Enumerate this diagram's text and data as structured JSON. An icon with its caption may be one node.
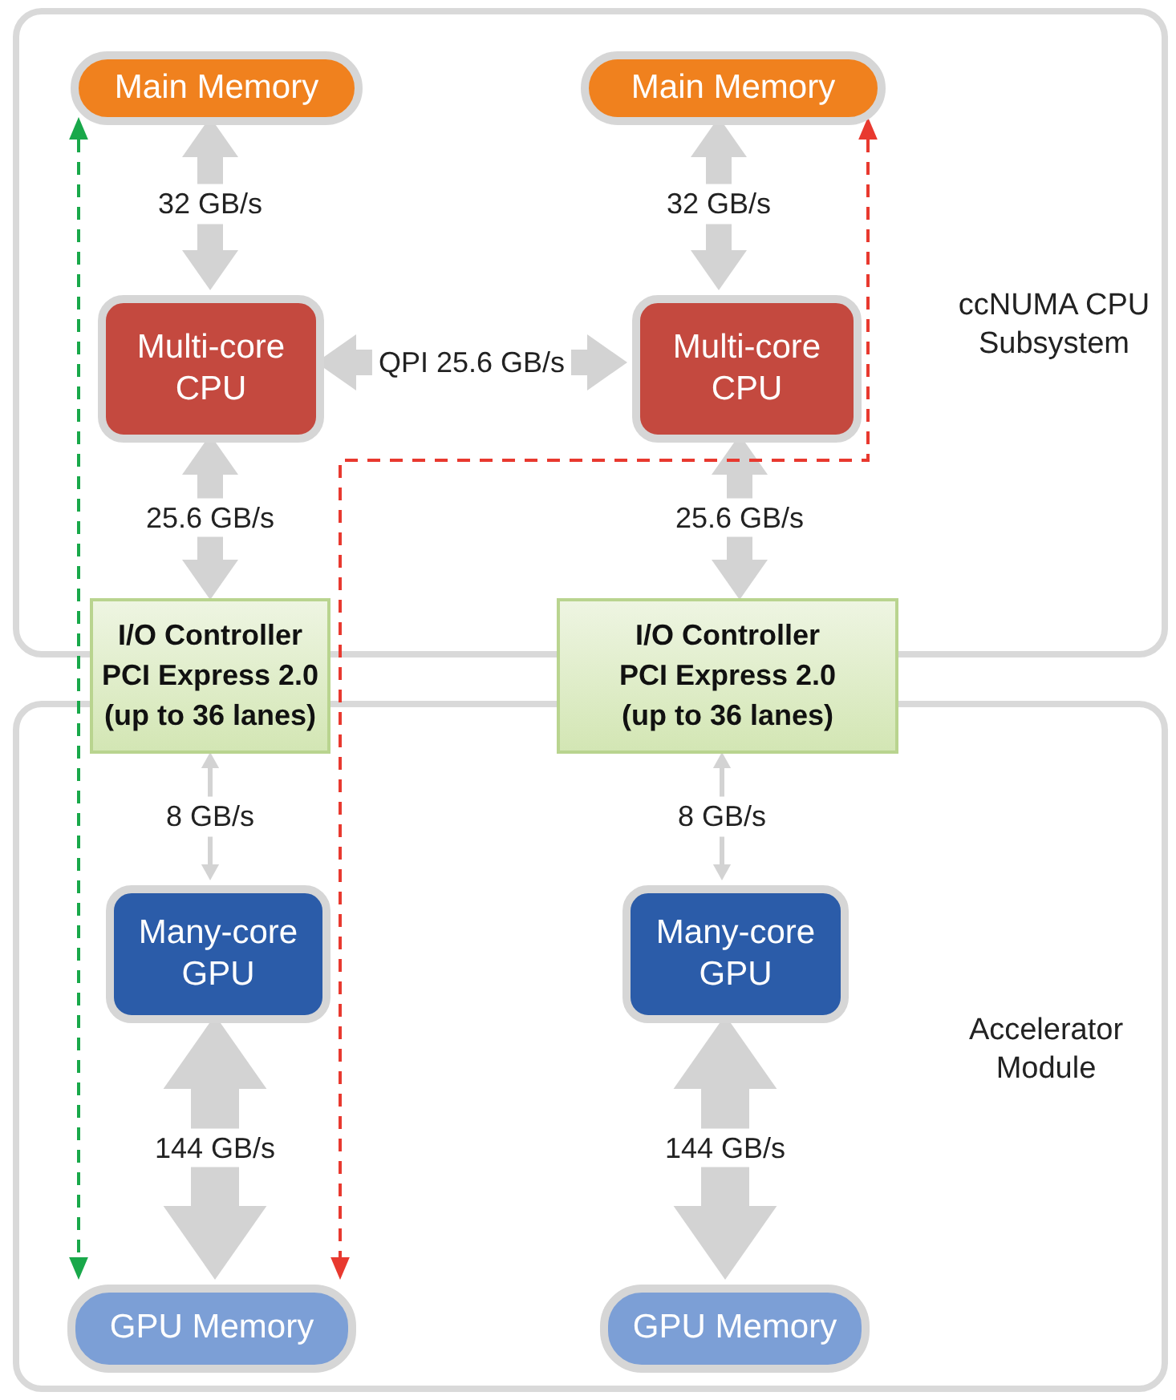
{
  "diagram": {
    "nodes": [
      {
        "text": [
          "ccNUMA CPU Subsystem"
        ]
      },
      {
        "text": [
          "Main Memory"
        ],
        "in": 0
      },
      {
        "text": [
          "Main Memory"
        ],
        "in": 0
      },
      {
        "text": [
          "Multi-core CPU"
        ],
        "in": 0
      },
      {
        "text": [
          "Multi-core CPU"
        ],
        "in": 0
      },
      {
        "text": [
          "I/O Controller PCI Express 2.0 (up to 36 lanes)"
        ]
      },
      {
        "text": [
          "I/O Controller PCI Express 2.0 (up to 36 lanes)"
        ]
      },
      {
        "text": [
          "Accelerator Module"
        ]
      },
      {
        "text": [
          "Many-core GPU"
        ],
        "in": 7
      },
      {
        "text": [
          "Many-core GPU"
        ],
        "in": 7
      },
      {
        "text": [
          "GPU Memory"
        ],
        "in": 7
      },
      {
        "text": [
          "GPU Memory"
        ],
        "in": 7
      }
    ],
    "edges": [
      {
        "from": 1,
        "to": 3,
        "arrow": "both",
        "label": "32 GB/s"
      },
      {
        "from": 2,
        "to": 4,
        "arrow": "both",
        "label": "32 GB/s"
      },
      {
        "from": 3,
        "to": 4,
        "arrow": "both",
        "label": "QPI 25.6 GB/s"
      },
      {
        "from": 3,
        "to": 5,
        "arrow": "both",
        "label": "25.6 GB/s"
      },
      {
        "from": 4,
        "to": 6,
        "arrow": "both",
        "label": "25.6 GB/s"
      },
      {
        "from": 5,
        "to": 8,
        "arrow": "both",
        "label": "8 GB/s"
      },
      {
        "from": 6,
        "to": 9,
        "arrow": "both",
        "label": "8 GB/s"
      },
      {
        "from": 8,
        "to": 10,
        "arrow": "both",
        "label": "144 GB/s",
        "style": "thick"
      },
      {
        "from": 9,
        "to": 11,
        "arrow": "both",
        "label": "144 GB/s",
        "style": "thick"
      },
      {
        "from": 1,
        "to": 10,
        "arrow": "both",
        "style": "dashed",
        "color": "#19a84a"
      },
      {
        "from": 2,
        "to": 10,
        "arrow": "both",
        "style": "dashed",
        "color": "#e8392f"
      }
    ]
  }
}
